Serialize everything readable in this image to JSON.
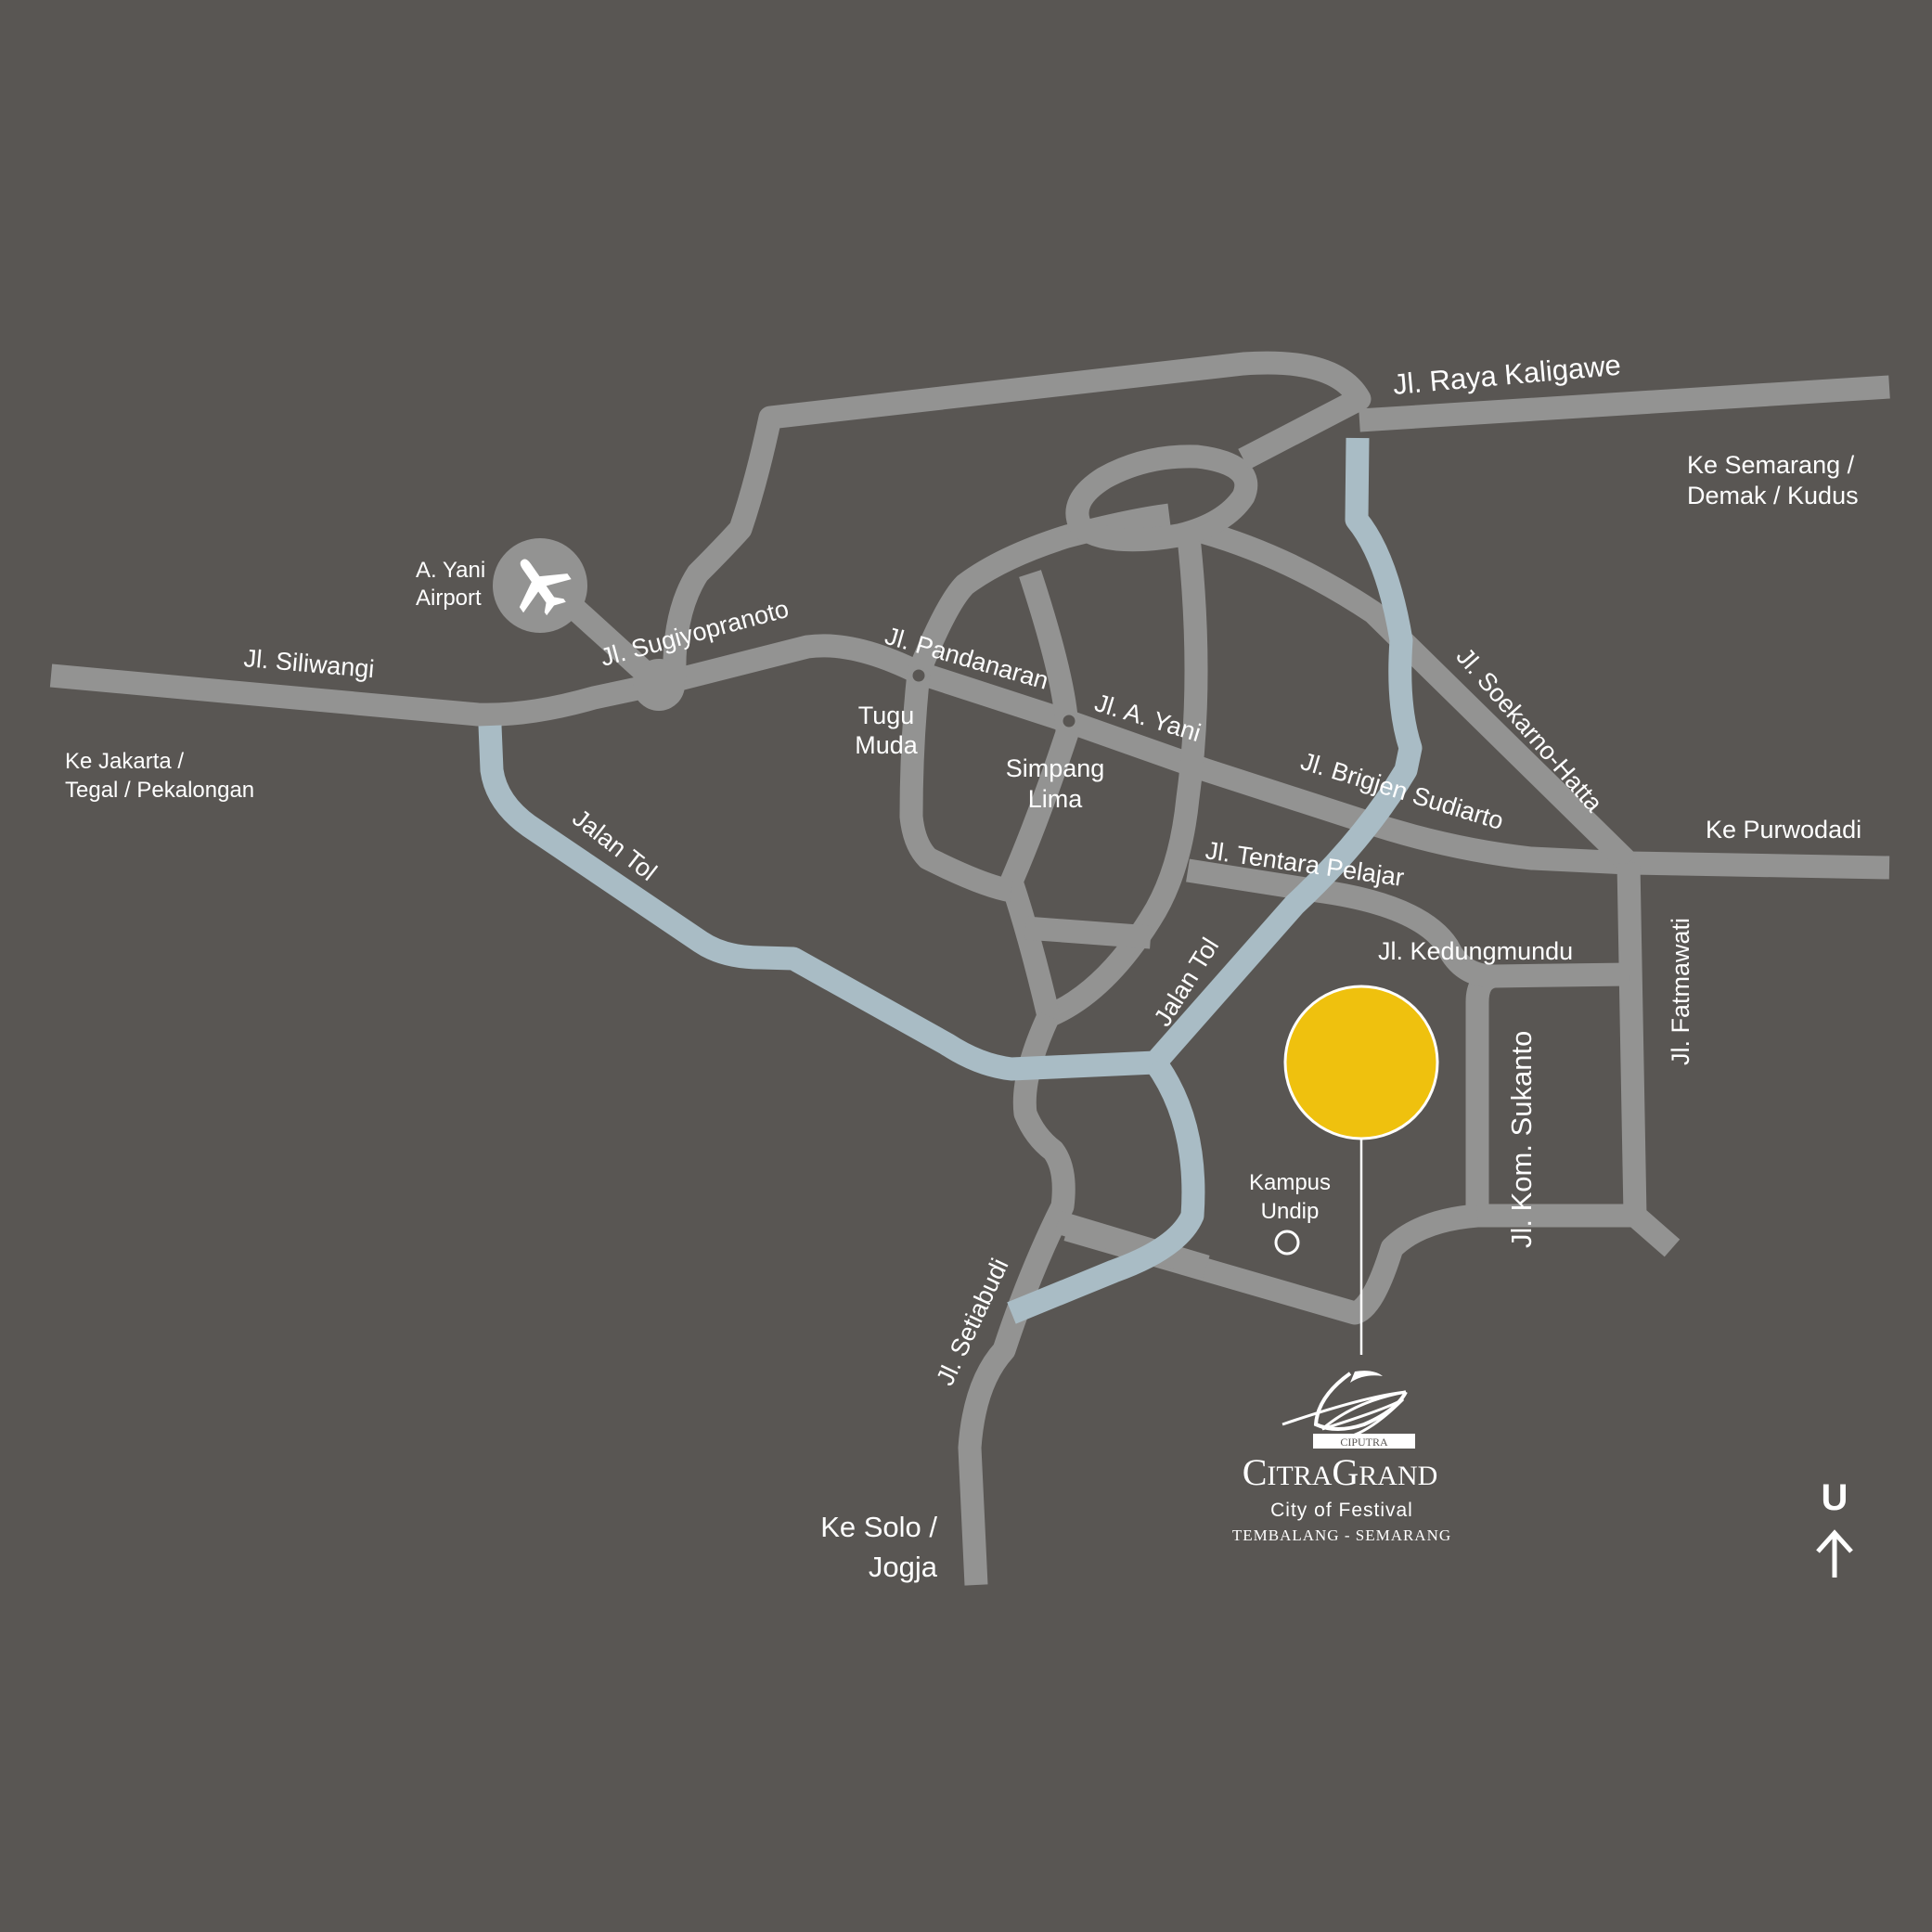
{
  "roads": {
    "raya_kaligawe": "Jl. Raya Kaligawe",
    "siliwangi": "Jl. Siliwangi",
    "sugiyopranoto": "Jl. Sugiyopranoto",
    "pandanaran": "Jl. Pandanaran",
    "a_yani": "Jl. A. Yani",
    "brigjen_sudiarto": "Jl. Brigjen Sudiarto",
    "soekarno_hatta": "Jl. Soekarno-Hatta",
    "tentara_pelajar": "Jl. Tentara Pelajar",
    "kedungmundu": "Jl. Kedungmundu",
    "fatmawati": "Jl. Fatmawati",
    "kom_sukanto": "Jl. Kom. Sukanto",
    "setiabudi": "Jl. Setiabudi",
    "jalan_tol_west": "Jalan Tol",
    "jalan_tol_center": "Jalan Tol"
  },
  "places": {
    "airport_line1": "A. Yani",
    "airport_line2": "Airport",
    "tugu_line1": "Tugu",
    "tugu_line2": "Muda",
    "simpang_line1": "Simpang",
    "simpang_line2": "Lima",
    "kampus_line1": "Kampus",
    "kampus_line2": "Undip"
  },
  "directions": {
    "semarang_line1": "Ke Semarang /",
    "semarang_line2": "Demak / Kudus",
    "jakarta_line1": "Ke Jakarta /",
    "jakarta_line2": "Tegal / Pekalongan",
    "purwodadi": "Ke Purwodadi",
    "solo_line1": "Ke Solo /",
    "solo_line2": "Jogja"
  },
  "brand": {
    "ciputra": "CIPUTRA",
    "name_c": "C",
    "name_itra": "ITRA",
    "name_g": "G",
    "name_rand": "RAND",
    "tagline": "City of Festival",
    "location": "TEMBALANG - SEMARANG"
  },
  "compass": {
    "letter": "U",
    "icon": "north-arrow-icon"
  },
  "icons": {
    "airport": "airplane-icon"
  },
  "colors": {
    "background": "#595653",
    "road": "#939392",
    "toll": "#a9bcc5",
    "marker": "#efc10e"
  }
}
